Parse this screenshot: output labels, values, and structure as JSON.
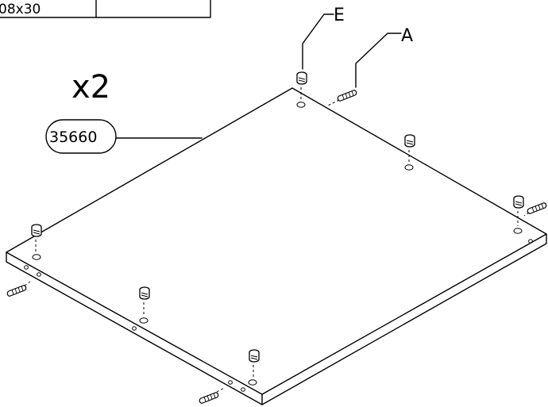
{
  "table": {
    "cell_text": "08x30",
    "cell_empty": ""
  },
  "quantity": "x2",
  "part_number": "35660",
  "labels": {
    "e": "E",
    "a": "A"
  }
}
